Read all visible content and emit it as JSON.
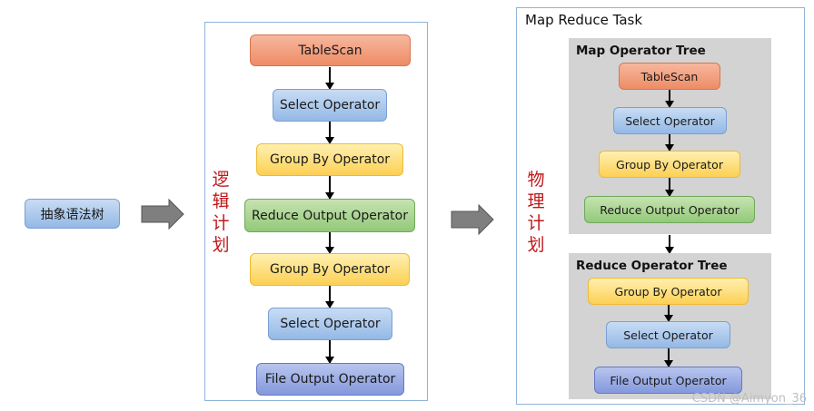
{
  "source": {
    "label": "抽象语法树"
  },
  "logical": {
    "label_chars": [
      "逻",
      "辑",
      "计",
      "划"
    ],
    "nodes": [
      "TableScan",
      "Select Operator",
      "Group By Operator",
      "Reduce Output Operator",
      "Group By Operator",
      "Select Operator",
      "File Output Operator"
    ]
  },
  "physical": {
    "title": "Map Reduce Task",
    "label_chars": [
      "物",
      "理",
      "计",
      "划"
    ],
    "map_tree": {
      "title": "Map Operator Tree",
      "nodes": [
        "TableScan",
        "Select Operator",
        "Group By Operator",
        "Reduce Output Operator"
      ]
    },
    "reduce_tree": {
      "title": "Reduce Operator Tree",
      "nodes": [
        "Group By Operator",
        "Select Operator",
        "File Output Operator"
      ]
    }
  },
  "watermark": "CSDN @Aimyon_36",
  "colors": {
    "tablescan": "#ee8c66",
    "select": "#94b9e6",
    "groupby": "#fcd055",
    "reduce": "#93c97a",
    "fileout": "#8498dc",
    "label": "#c0171a"
  }
}
